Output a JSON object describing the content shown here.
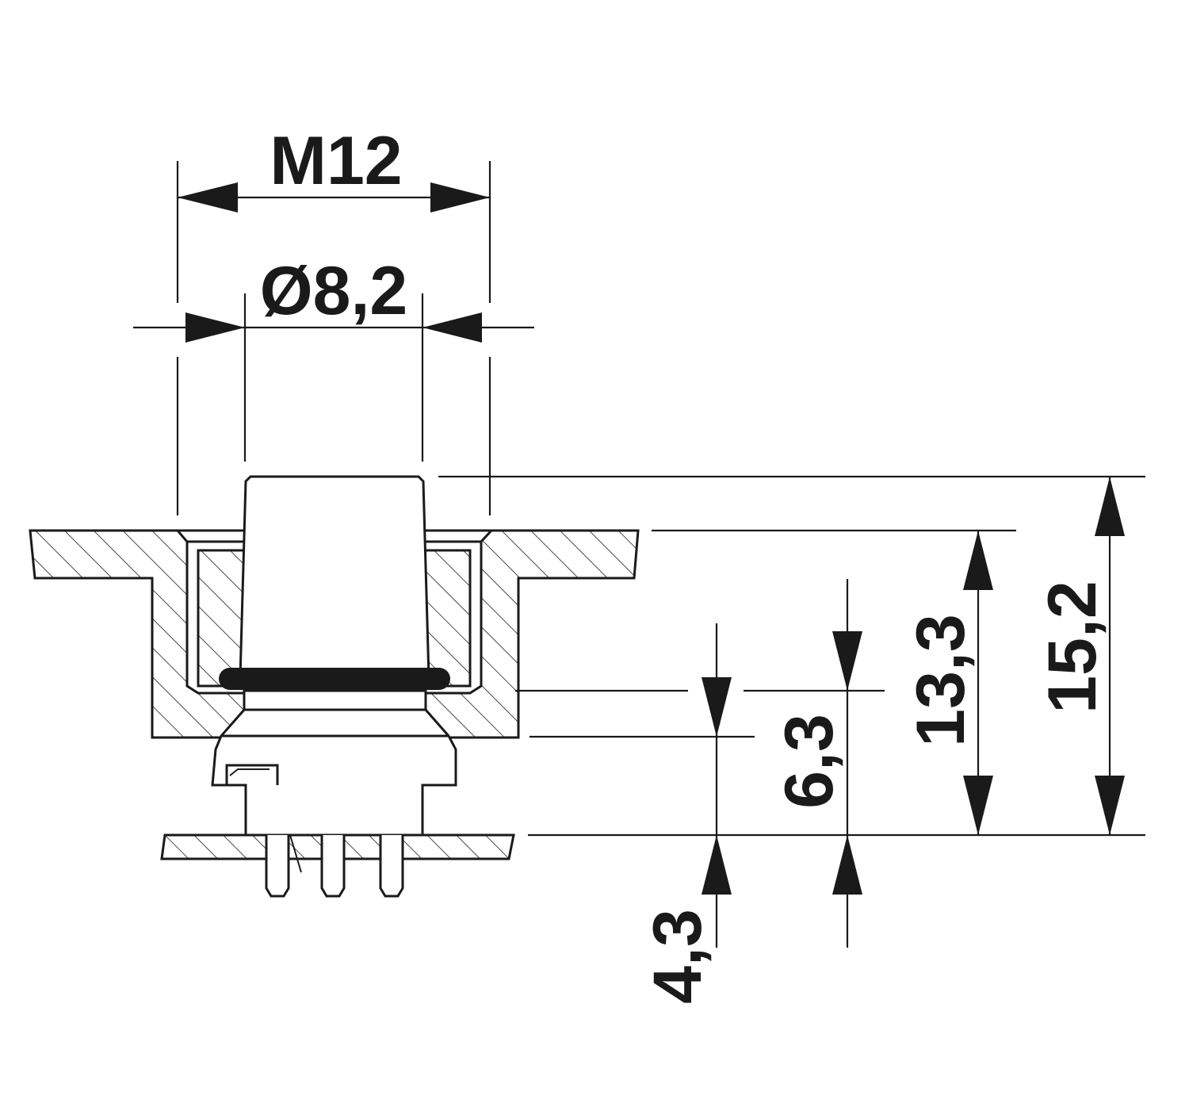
{
  "drawing": {
    "colors": {
      "ink": "#1a1a1a",
      "background": "#ffffff"
    },
    "dimensions": {
      "thread": "M12",
      "diameter": "Ø8,2",
      "overall_height": "15,2",
      "housing_height": "13,3",
      "seal_to_pcb": "6,3",
      "flange_to_pcb": "4,3"
    }
  }
}
